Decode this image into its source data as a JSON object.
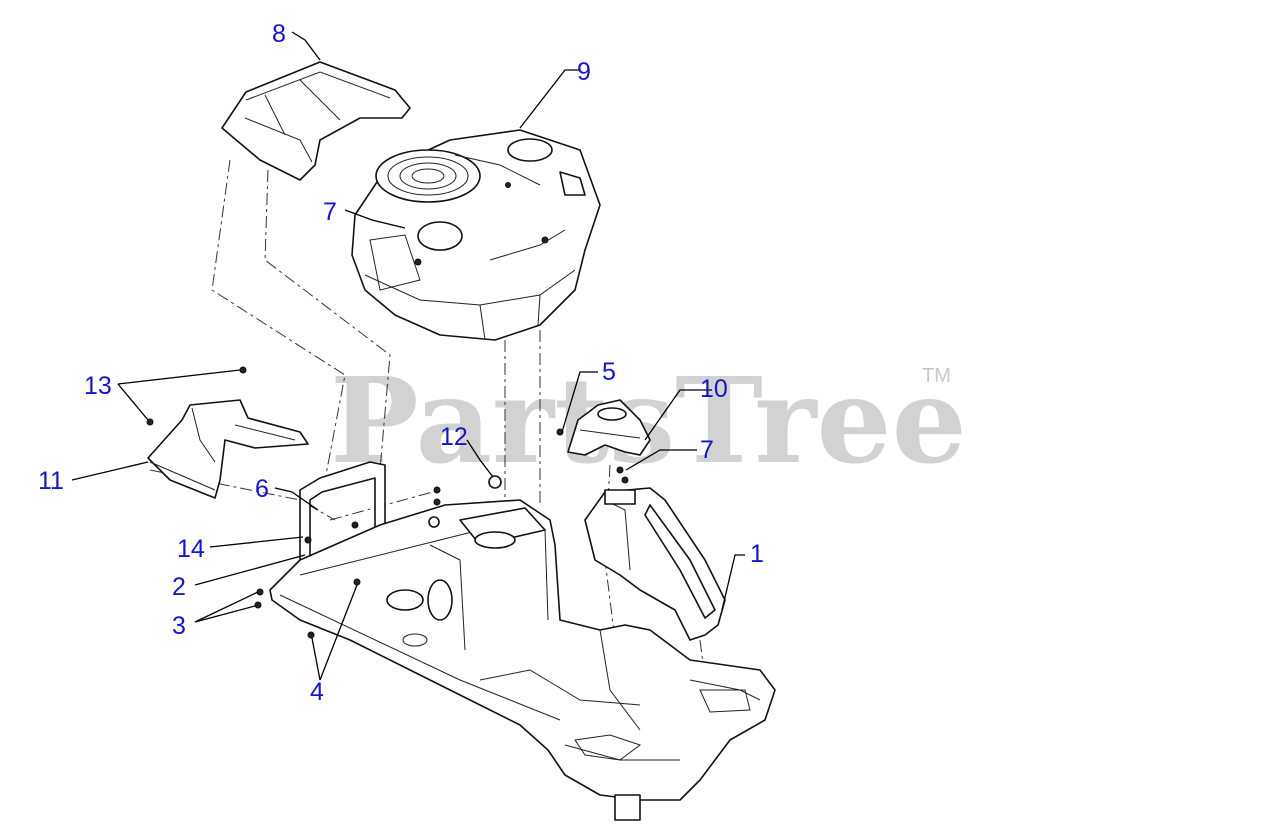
{
  "watermark": {
    "text": "PartsTree",
    "trademark": "TM"
  },
  "callouts": {
    "c1": "1",
    "c2": "2",
    "c3": "3",
    "c4": "4",
    "c5": "5",
    "c6": "6",
    "c7a": "7",
    "c7b": "7",
    "c8": "8",
    "c9": "9",
    "c10": "10",
    "c11": "11",
    "c12": "12",
    "c13": "13",
    "c14": "14"
  }
}
